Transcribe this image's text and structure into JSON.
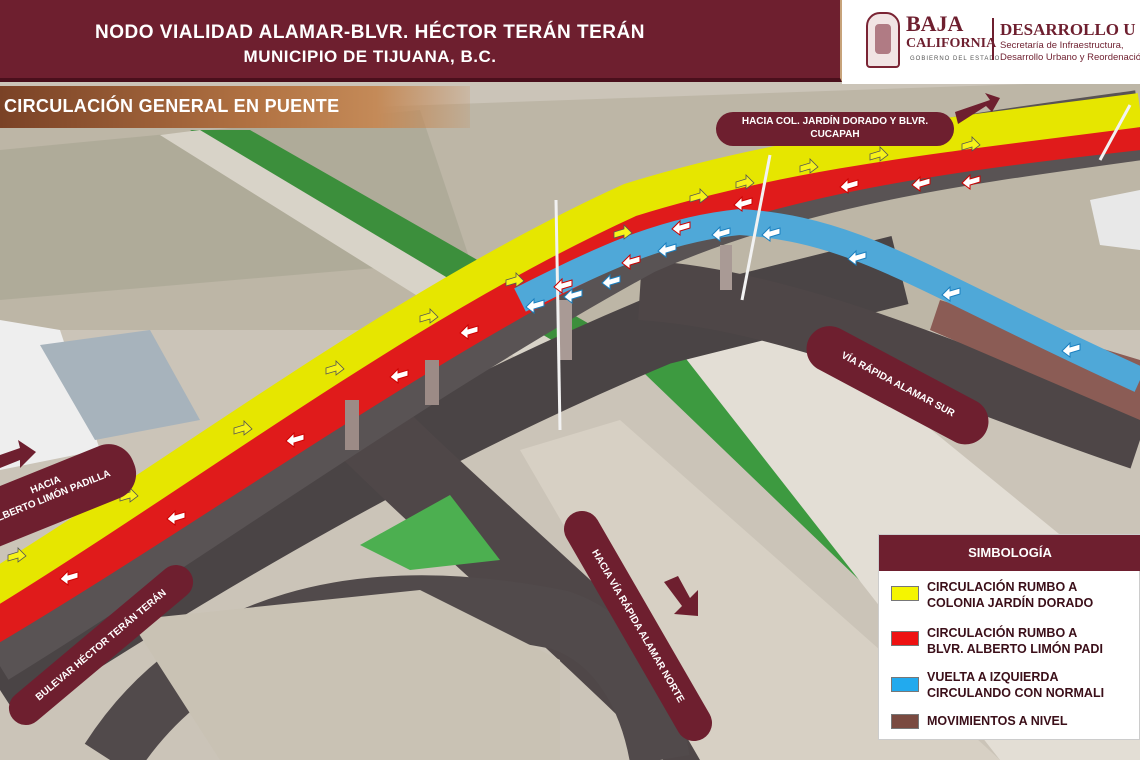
{
  "header": {
    "title_line1": "NODO VIALIDAD ALAMAR-BLVR. HÉCTOR TERÁN TERÁN",
    "title_line2": "MUNICIPIO DE TIJUANA, B.C."
  },
  "logo": {
    "state_name_line1": "BAJA",
    "state_name_line2": "CALIFORNIA",
    "state_subtitle": "GOBIERNO DEL ESTADO",
    "department_title": "DESARROLLO U",
    "department_subtitle_line1": "Secretaría de Infraestructura,",
    "department_subtitle_line2": "Desarrollo Urbano y Reordenación T"
  },
  "section": {
    "title": "CIRCULACIÓN GENERAL EN PUENTE"
  },
  "directions": {
    "jardin_line1": "HACIA COL. JARDÍN DORADO Y BLVR.",
    "jardin_line2": "CUCAPAH",
    "alamar_sur": "VÍA RÁPIDA ALAMAR SUR",
    "limon_line1": "HACIA",
    "limon_line2": "ALBERTO LIMÓN PADILLA",
    "bulevar": "BULEVAR HÉCTOR TERÁN TERÁN",
    "alamar_norte": "HACIA VÍA RÁPIDA ALAMAR NORTE"
  },
  "legend": {
    "title": "SIMBOLOGÍA",
    "items": [
      {
        "label": "CIRCULACIÓN RUMBO A\nCOLONIA JARDÍN DORADO",
        "color": "#f5f500"
      },
      {
        "label": "CIRCULACIÓN RUMBO A\nBLVR. ALBERTO LIMÓN PADI",
        "color": "#ee1111"
      },
      {
        "label": "VUELTA A IZQUIERDA\nCIRCULANDO CON NORMALI",
        "color": "#22aaee"
      },
      {
        "label": "MOVIMIENTOS A NIVEL",
        "color": "#7a4a40"
      }
    ]
  },
  "colors": {
    "brand_maroon": "#6e1f2f",
    "yellow_lane": "#e6e600",
    "red_lane": "#e01b1b",
    "blue_lane": "#4fa8d8",
    "grass": "#3d9a40"
  }
}
